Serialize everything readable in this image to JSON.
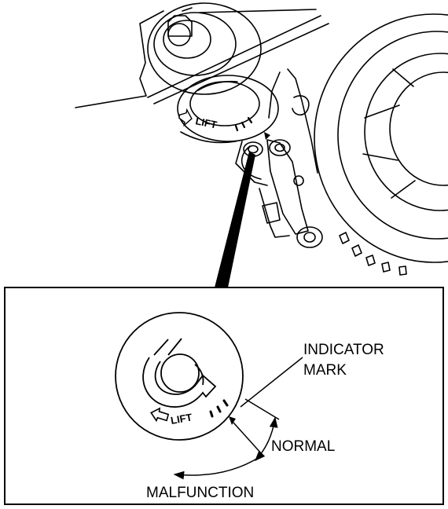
{
  "engraving": {
    "text": "LIFT"
  },
  "labels": {
    "indicator_line1": "INDICATOR",
    "indicator_line2": "MARK",
    "normal": "NORMAL",
    "malfunction": "MALFUNCTION"
  }
}
